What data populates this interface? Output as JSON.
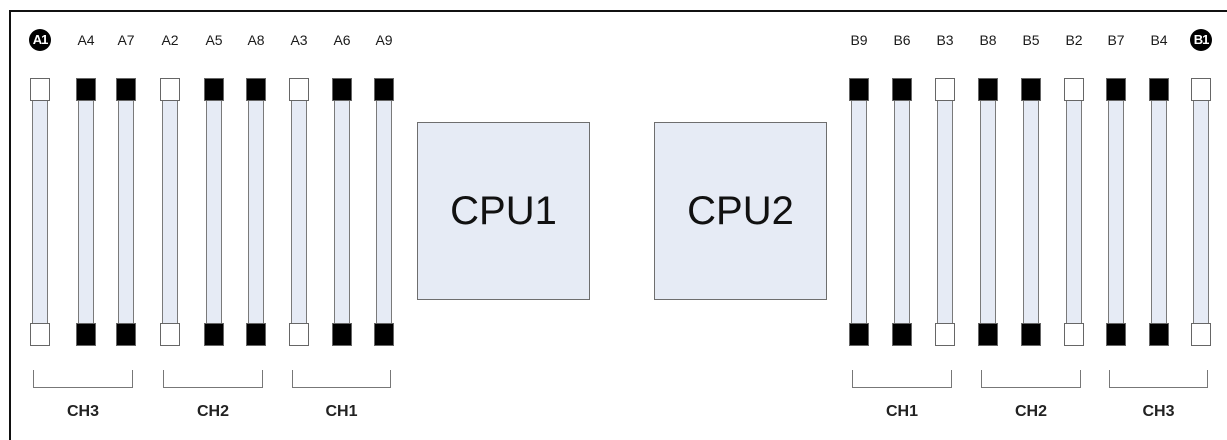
{
  "colors": {
    "populated": "#000000",
    "empty_latch": "#ffffff",
    "slot_body": "#e6ebf5",
    "cpu_fill": "#e6ebf5"
  },
  "cpus": [
    "CPU1",
    "CPU2"
  ],
  "slots": [
    {
      "label": "A1",
      "populated": false,
      "badge": true
    },
    {
      "label": "A4",
      "populated": true,
      "badge": false
    },
    {
      "label": "A7",
      "populated": true,
      "badge": false
    },
    {
      "label": "A2",
      "populated": false,
      "badge": false
    },
    {
      "label": "A5",
      "populated": true,
      "badge": false
    },
    {
      "label": "A8",
      "populated": true,
      "badge": false
    },
    {
      "label": "A3",
      "populated": false,
      "badge": false
    },
    {
      "label": "A6",
      "populated": true,
      "badge": false
    },
    {
      "label": "A9",
      "populated": true,
      "badge": false
    },
    {
      "label": "B9",
      "populated": true,
      "badge": false
    },
    {
      "label": "B6",
      "populated": true,
      "badge": false
    },
    {
      "label": "B3",
      "populated": false,
      "badge": false
    },
    {
      "label": "B8",
      "populated": true,
      "badge": false
    },
    {
      "label": "B5",
      "populated": true,
      "badge": false
    },
    {
      "label": "B2",
      "populated": false,
      "badge": false
    },
    {
      "label": "B7",
      "populated": true,
      "badge": false
    },
    {
      "label": "B4",
      "populated": true,
      "badge": false
    },
    {
      "label": "B1",
      "populated": false,
      "badge": true
    }
  ],
  "channels": [
    "CH3",
    "CH2",
    "CH1",
    "CH1",
    "CH2",
    "CH3"
  ]
}
